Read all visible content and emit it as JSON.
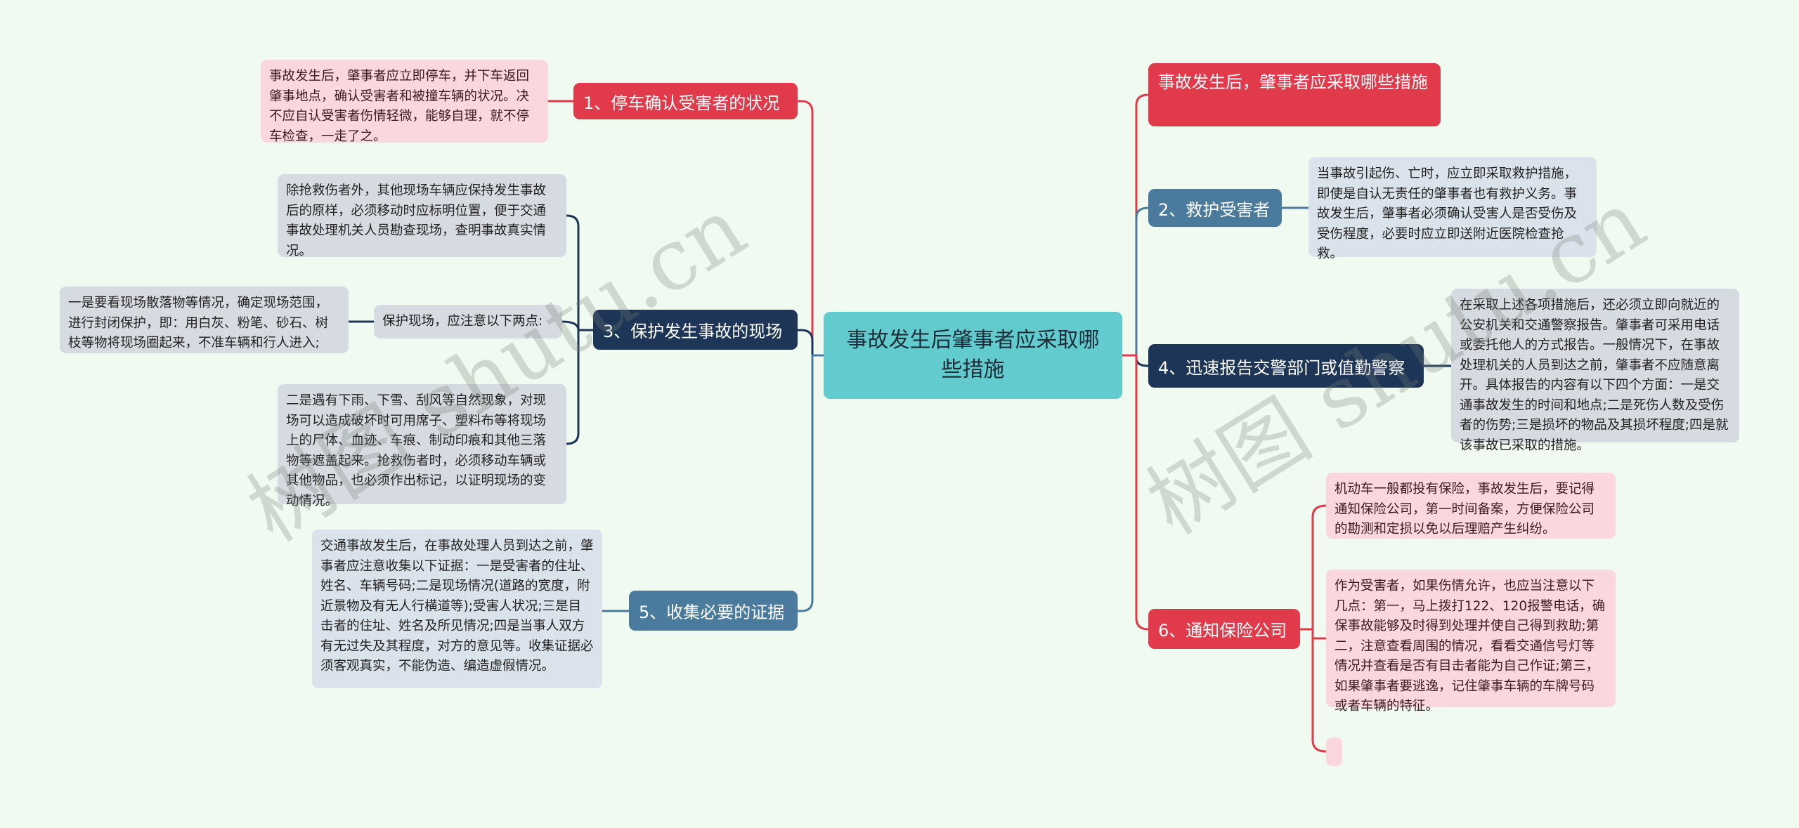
{
  "center": {
    "title": "事故发生后肇事者应采取哪些措施"
  },
  "watermark": "树图 shutu.cn",
  "colors": {
    "red": "#E13A4B",
    "navy": "#1D3557",
    "blue": "#4A7B9D",
    "teal": "#62CBCE",
    "background": "#F0FAF0"
  },
  "left": {
    "node1": {
      "label": "1、停车确认受害者的状况",
      "leaf": "事故发生后，肇事者应立即停车，并下车返回肇事地点，确认受害者和被撞车辆的状况。决不应自认受害者伤情轻微，能够自理，就不停车检查，一走了之。"
    },
    "node3": {
      "label": "3、保护发生事故的现场",
      "leaf_a": "除抢救伤者外，其他现场车辆应保持发生事故后的原样，必须移动时应标明位置，便于交通事故处理机关人员勘查现场，查明事故真实情况。",
      "sub": {
        "label": "保护现场，应注意以下两点:",
        "leaf": "一是要看现场散落物等情况，确定现场范围，进行封闭保护，即：用白灰、粉笔、砂石、树枝等物将现场圈起来，不准车辆和行人进入;"
      },
      "leaf_c": "二是遇有下雨、下雪、刮风等自然现象，对现场可以造成破坏时可用席子、塑料布等将现场上的尸体、血迹、车痕、制动印痕和其他三落物等遮盖起来。抢救伤者时，必须移动车辆或其他物品，也必须作出标记，以证明现场的变动情况。"
    },
    "node5": {
      "label": "5、收集必要的证据",
      "leaf": "交通事故发生后，在事故处理人员到达之前，肇事者应注意收集以下证据：一是受害者的住址、姓名、车辆号码;二是现场情况(道路的宽度，附近景物及有无人行横道等);受害人状况;三是目击者的住址、姓名及所见情况;四是当事人双方有无过失及其程度，对方的意见等。收集证据必须客观真实，不能伪造、编造虚假情况。"
    }
  },
  "right": {
    "title_node": {
      "label": "事故发生后，肇事者应采取哪些措施"
    },
    "node2": {
      "label": "2、救护受害者",
      "leaf": "当事故引起伤、亡时，应立即采取救护措施，即使是自认无责任的肇事者也有救护义务。事故发生后，肇事者必须确认受害人是否受伤及受伤程度，必要时应立即送附近医院检查抢救。"
    },
    "node4": {
      "label": "4、迅速报告交警部门或值勤警察",
      "leaf": "在采取上述各项措施后，还必须立即向就近的公安机关和交通警察报告。肇事者可采用电话或委托他人的方式报告。一般情况下，在事故处理机关的人员到达之前，肇事者不应随意离开。具体报告的内容有以下四个方面：一是交通事故发生的时间和地点;二是死伤人数及受伤者的伤势;三是损坏的物品及其损坏程度;四是就该事故已采取的措施。"
    },
    "node6": {
      "label": "6、通知保险公司",
      "leaf_a": "机动车一般都投有保险，事故发生后，要记得通知保险公司，第一时间备案，方便保险公司的勘测和定损以免以后理赔产生纠纷。",
      "leaf_b": "作为受害者，如果伤情允许，也应当注意以下几点：第一，马上拨打122、120报警电话，确保事故能够及时得到处理并使自己得到救助;第二，注意查看周围的情况，看看交通信号灯等情况并查看是否有目击者能为自己作证;第三，如果肇事者要逃逸，记住肇事车辆的车牌号码或者车辆的特征。"
    }
  }
}
